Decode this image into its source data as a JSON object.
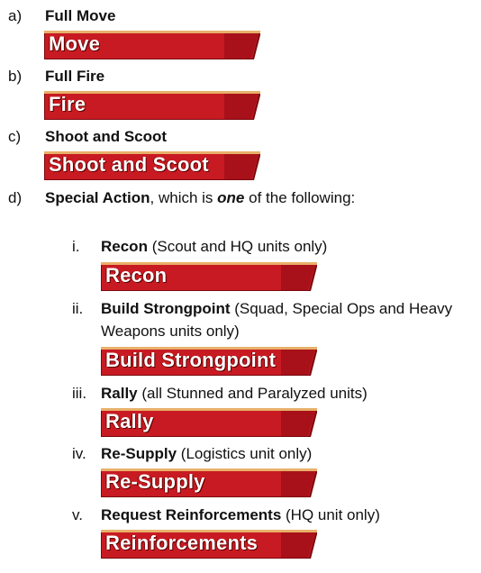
{
  "items": [
    {
      "marker": "a)",
      "title": "Full Move",
      "banner": "Move"
    },
    {
      "marker": "b)",
      "title": "Full Fire",
      "banner": "Fire"
    },
    {
      "marker": "c)",
      "title": "Shoot and Scoot",
      "banner": "Shoot and Scoot"
    },
    {
      "marker": "d)",
      "title": "Special Action",
      "rest1": ", which is ",
      "emph": "one",
      "rest2": " of the following:"
    }
  ],
  "subitems": [
    {
      "marker": "i.",
      "title": "Recon",
      "note": " (Scout and HQ units only)",
      "banner": "Recon"
    },
    {
      "marker": "ii.",
      "title": "Build Strongpoint",
      "note": " (Squad, Special Ops and Heavy",
      "note2": "Weapons units only)",
      "banner": "Build Strongpoint"
    },
    {
      "marker": "iii.",
      "title": "Rally",
      "note": " (all Stunned and Paralyzed units)",
      "banner": "Rally"
    },
    {
      "marker": "iv.",
      "title": "Re-Supply",
      "note": " (Logistics unit only)",
      "banner": "Re-Supply"
    },
    {
      "marker": "v.",
      "title": "Request Reinforcements",
      "note": " (HQ unit only)",
      "banner": "Reinforcements"
    }
  ],
  "colors": {
    "banner_fill": "#c81a22",
    "banner_dark": "#8e0b12",
    "banner_border": "#7a0a0f",
    "banner_top": "#e8b06a"
  }
}
